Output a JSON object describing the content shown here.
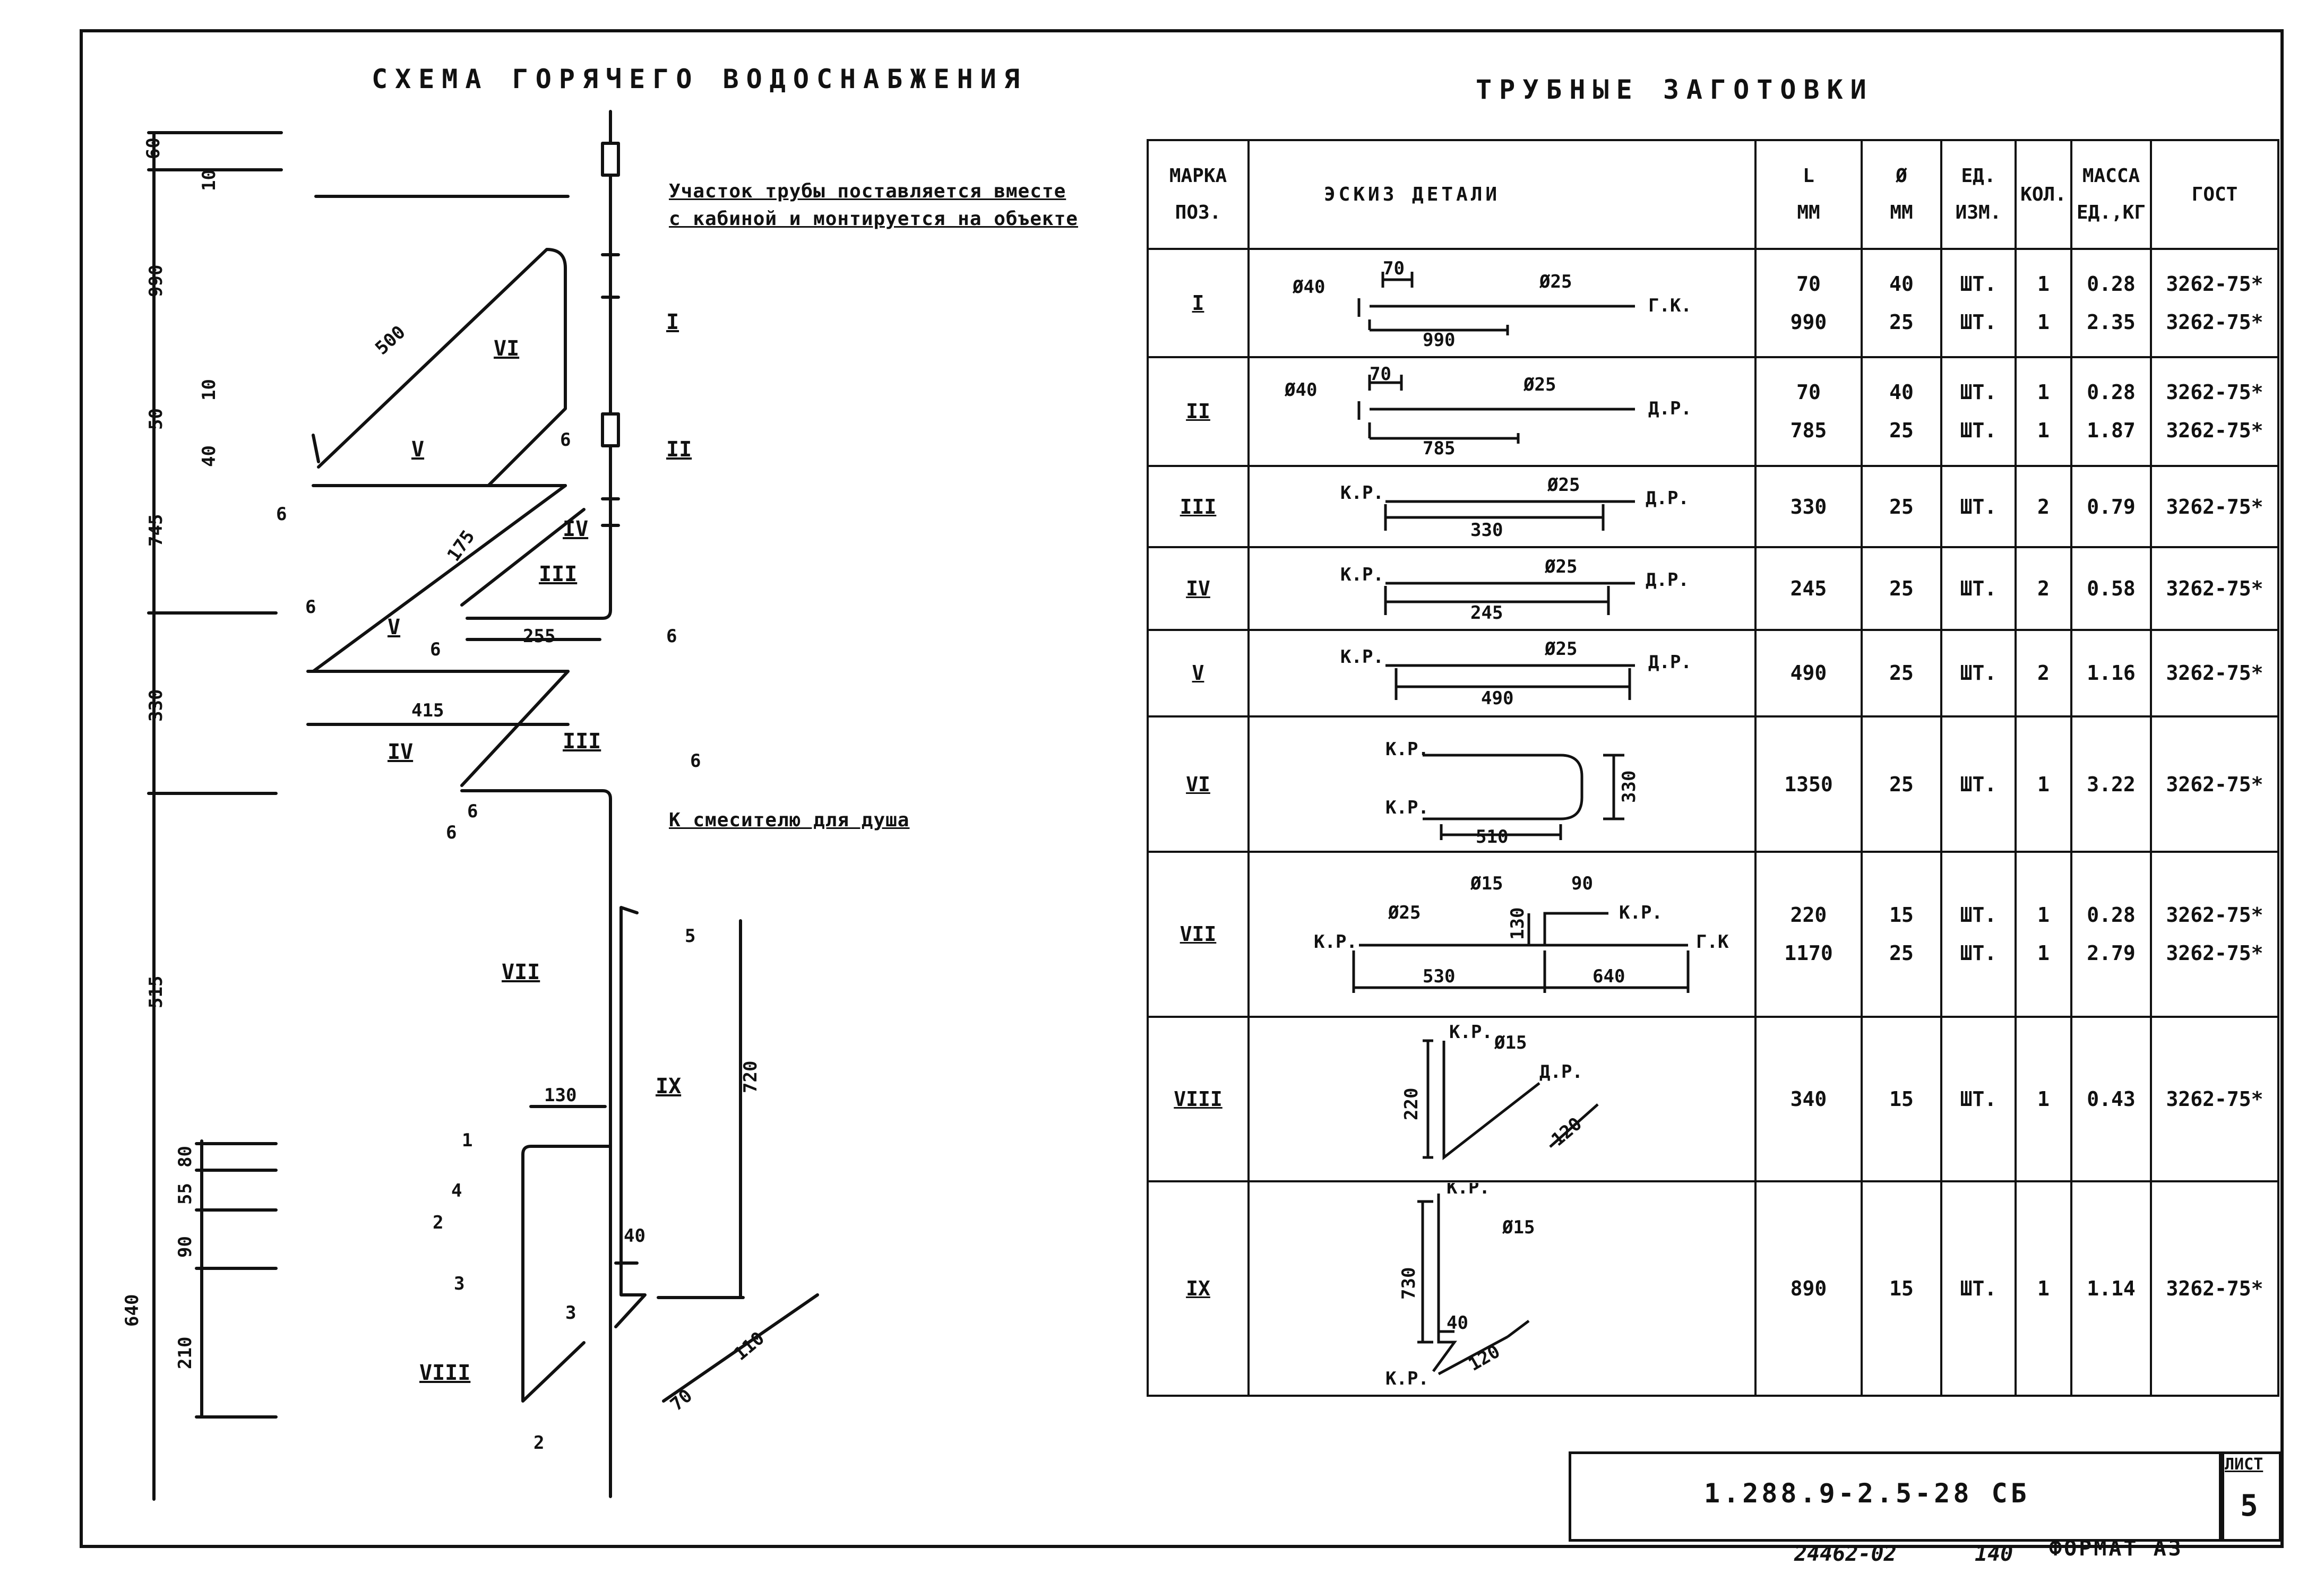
{
  "scheme": {
    "title": "СХЕМА  ГОРЯЧЕГО  ВОДОСНАБЖЕНИЯ",
    "note_line1": "Участок трубы поставляется вместе",
    "note_line2": "с кабиной и монтируется на объекте",
    "mixer_note": "К смесителю для душа",
    "dims": {
      "d60": "60",
      "d10a": "10",
      "d990": "990",
      "d10b": "10",
      "d50": "50",
      "d40": "40",
      "d745": "745",
      "d330": "330",
      "d515": "515",
      "d80": "80",
      "d55": "55",
      "d90": "90",
      "d210": "210",
      "d640": "640",
      "d500": "500",
      "d175": "175",
      "d255": "255",
      "d415": "415",
      "d130": "130",
      "d720": "720",
      "d40b": "40",
      "d110": "110",
      "d70": "70"
    },
    "markers": {
      "m1": "I",
      "m2": "II",
      "m3a": "III",
      "m3b": "III",
      "m4a": "IV",
      "m4b": "IV",
      "m5a": "V",
      "m5b": "V",
      "m6": "VI",
      "m7": "VII",
      "m8": "VIII",
      "m9": "IX"
    },
    "callouts": {
      "c6a": "6",
      "c6b": "6",
      "c6c": "6",
      "c6d": "6",
      "c6e": "6",
      "c6f": "6",
      "c6g": "6",
      "c6h": "6",
      "c5": "5",
      "c1": "1",
      "c4": "4",
      "c2a": "2",
      "c3a": "3",
      "c3b": "3",
      "c2b": "2"
    }
  },
  "table": {
    "title": "ТРУБНЫЕ  ЗАГОТОВКИ",
    "headers": {
      "mark": [
        "МАРКА",
        "ПОЗ."
      ],
      "sketch": "ЭСКИЗ  ДЕТАЛИ",
      "length": [
        "L",
        "ММ"
      ],
      "diameter": [
        "Ø",
        "ММ"
      ],
      "unit": [
        "ЕД.",
        "ИЗМ."
      ],
      "qty": "КОЛ.",
      "mass": [
        "МАССА",
        "ЕД.,КГ"
      ],
      "gost": "ГОСТ"
    },
    "rows": [
      {
        "mark": "I",
        "L": [
          "70",
          "990"
        ],
        "d": [
          "40",
          "25"
        ],
        "unit": [
          "ШТ.",
          "ШТ."
        ],
        "qty": [
          "1",
          "1"
        ],
        "mass": [
          "0.28",
          "2.35"
        ],
        "gost": [
          "3262-75*",
          "3262-75*"
        ],
        "sketch": {
          "phi1": "Ø40",
          "phi2": "Ø25",
          "a": "70",
          "b": "990",
          "end": "Г.К."
        }
      },
      {
        "mark": "II",
        "L": [
          "70",
          "785"
        ],
        "d": [
          "40",
          "25"
        ],
        "unit": [
          "ШТ.",
          "ШТ."
        ],
        "qty": [
          "1",
          "1"
        ],
        "mass": [
          "0.28",
          "1.87"
        ],
        "gost": [
          "3262-75*",
          "3262-75*"
        ],
        "sketch": {
          "phi1": "Ø40",
          "phi2": "Ø25",
          "a": "70",
          "b": "785",
          "end": "Д.Р."
        }
      },
      {
        "mark": "III",
        "L": [
          "330"
        ],
        "d": [
          "25"
        ],
        "unit": [
          "ШТ."
        ],
        "qty": [
          "2"
        ],
        "mass": [
          "0.79"
        ],
        "gost": [
          "3262-75*"
        ],
        "sketch": {
          "phi": "Ø25",
          "len": "330",
          "start": "К.Р.",
          "end": "Д.Р."
        }
      },
      {
        "mark": "IV",
        "L": [
          "245"
        ],
        "d": [
          "25"
        ],
        "unit": [
          "ШТ."
        ],
        "qty": [
          "2"
        ],
        "mass": [
          "0.58"
        ],
        "gost": [
          "3262-75*"
        ],
        "sketch": {
          "phi": "Ø25",
          "len": "245",
          "start": "К.Р.",
          "end": "Д.Р."
        }
      },
      {
        "mark": "V",
        "L": [
          "490"
        ],
        "d": [
          "25"
        ],
        "unit": [
          "ШТ."
        ],
        "qty": [
          "2"
        ],
        "mass": [
          "1.16"
        ],
        "gost": [
          "3262-75*"
        ],
        "sketch": {
          "phi": "Ø25",
          "len": "490",
          "start": "К.Р.",
          "end": "Д.Р."
        }
      },
      {
        "mark": "VI",
        "L": [
          "1350"
        ],
        "d": [
          "25"
        ],
        "unit": [
          "ШТ."
        ],
        "qty": [
          "1"
        ],
        "mass": [
          "3.22"
        ],
        "gost": [
          "3262-75*"
        ],
        "sketch": {
          "top": "К.Р.",
          "bottom": "К.Р.",
          "w": "510",
          "h": "330"
        }
      },
      {
        "mark": "VII",
        "L": [
          "220",
          "1170"
        ],
        "d": [
          "15",
          "25"
        ],
        "unit": [
          "ШТ.",
          "ШТ."
        ],
        "qty": [
          "1",
          "1"
        ],
        "mass": [
          "0.28",
          "2.79"
        ],
        "gost": [
          "3262-75*",
          "3262-75*"
        ],
        "sketch": {
          "phi1": "Ø15",
          "phi2": "Ø25",
          "a": "90",
          "b": "130",
          "c": "530",
          "d": "640",
          "kr1": "К.Р.",
          "kr2": "К.Р.",
          "end": "Г.К"
        }
      },
      {
        "mark": "VIII",
        "L": [
          "340"
        ],
        "d": [
          "15"
        ],
        "unit": [
          "ШТ."
        ],
        "qty": [
          "1"
        ],
        "mass": [
          "0.43"
        ],
        "gost": [
          "3262-75*"
        ],
        "sketch": {
          "top": "К.Р.",
          "phi": "Ø15",
          "end": "Д.Р.",
          "h": "220",
          "diag": "120"
        }
      },
      {
        "mark": "IX",
        "L": [
          "890"
        ],
        "d": [
          "15"
        ],
        "unit": [
          "ШТ."
        ],
        "qty": [
          "1"
        ],
        "mass": [
          "1.14"
        ],
        "gost": [
          "3262-75*"
        ],
        "sketch": {
          "top": "К.Р.",
          "phi": "Ø15",
          "h": "730",
          "off": "40",
          "diag": "120",
          "bottom": "К.Р."
        }
      }
    ]
  },
  "stamp": {
    "code": "1.288.9-2.5-28   СБ",
    "sheet_label": "ЛИСТ",
    "sheet_no": "5",
    "inv": "24462-02",
    "num": "140",
    "format": "ФОРМАТ А3"
  }
}
